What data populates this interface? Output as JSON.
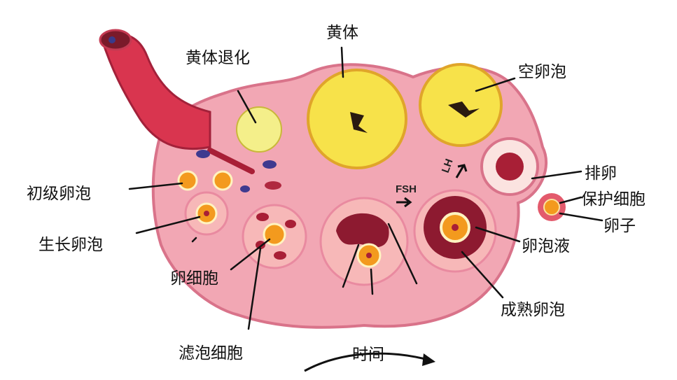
{
  "labels": {
    "corpus_regression": "黄体退化",
    "corpus_luteum": "黄体",
    "empty_follicle": "空卵泡",
    "ovulation": "排卵",
    "protective_cells": "保护细胞",
    "egg": "卵子",
    "primary_follicle": "初级卵泡",
    "growing_follicle": "生长卵泡",
    "oocyte": "卵细胞",
    "follicular_fluid": "卵泡液",
    "mature_follicle": "成熟卵泡",
    "granulosa_cells": "滤泡细胞",
    "time": "时间"
  },
  "hormones": {
    "fsh": "FSH",
    "lh": "LH"
  },
  "colors": {
    "ovary": "#f2a7b4",
    "tissue": "#e98aa0",
    "luteum": "#f7e24a",
    "blood": "#b0283f",
    "oocyte": "#f39a1e"
  }
}
